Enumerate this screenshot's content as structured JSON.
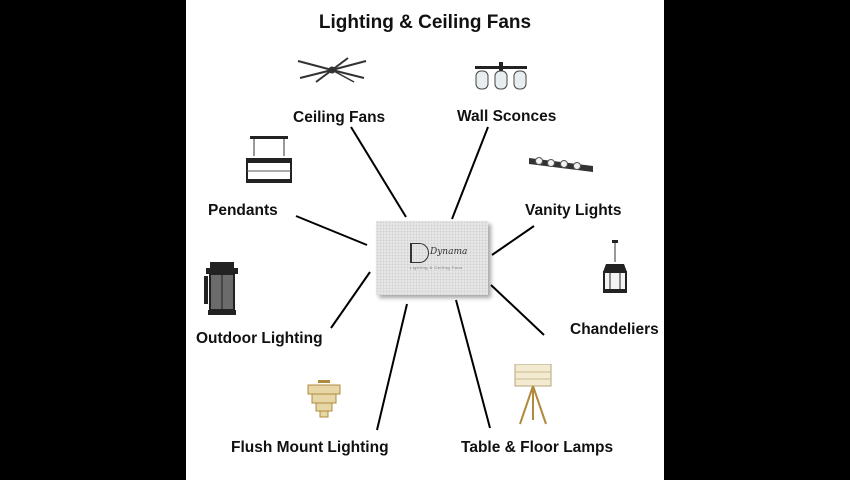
{
  "title": "Lighting & Ceiling Fans",
  "center": {
    "brand": "Dynama",
    "tagline": "Lighting & Ceiling Fans"
  },
  "categories": {
    "ceiling_fans": "Ceiling Fans",
    "wall_sconces": "Wall Sconces",
    "pendants": "Pendants",
    "vanity_lights": "Vanity Lights",
    "outdoor_lighting": "Outdoor Lighting",
    "chandeliers": "Chandeliers",
    "flush_mount_lighting": "Flush Mount Lighting",
    "table_floor_lamps": "Table & Floor Lamps"
  },
  "icons": [
    "ceiling-fan-icon",
    "wall-sconce-icon",
    "pendant-icon",
    "vanity-light-icon",
    "outdoor-lantern-icon",
    "chandelier-icon",
    "flush-mount-icon",
    "floor-lamp-icon"
  ],
  "colors": {
    "background": "#000000",
    "panel": "#ffffff",
    "text": "#111111",
    "line": "#000000"
  }
}
